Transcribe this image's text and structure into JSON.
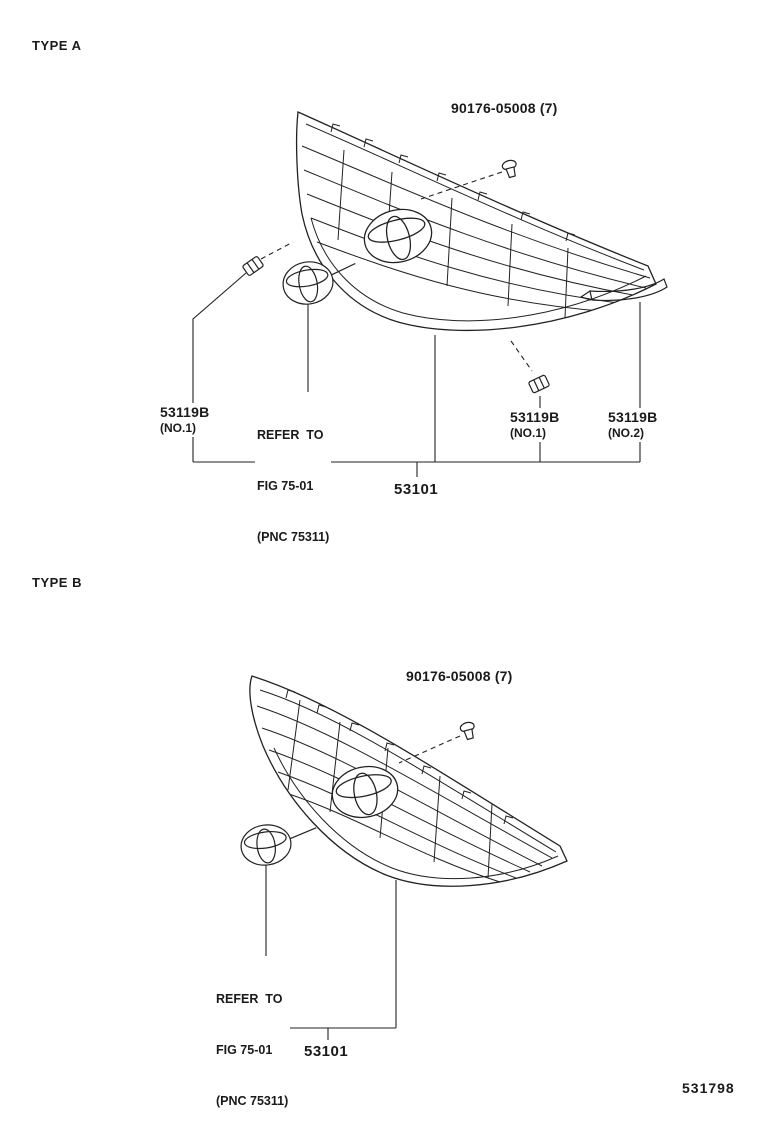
{
  "page": {
    "footer_code": "531798"
  },
  "type_a": {
    "title": "TYPE A",
    "fastener": {
      "label": "90176-05008 (7)"
    },
    "callouts": {
      "clip_left": {
        "code": "53119B",
        "qualifier": "(NO.1)"
      },
      "emblem_ref": {
        "line1": "REFER  TO",
        "line2": "FIG 75-01",
        "line3": "(PNC 75311)"
      },
      "clip_mid": {
        "code": "53119B",
        "qualifier": "(NO.1)"
      },
      "molding_right": {
        "code": "53119B",
        "qualifier": "(NO.2)"
      },
      "grille": {
        "code": "53101"
      }
    }
  },
  "type_b": {
    "title": "TYPE B",
    "fastener": {
      "label": "90176-05008 (7)"
    },
    "callouts": {
      "emblem_ref": {
        "line1": "REFER  TO",
        "line2": "FIG 75-01",
        "line3": "(PNC 75311)"
      },
      "grille": {
        "code": "53101"
      }
    }
  }
}
